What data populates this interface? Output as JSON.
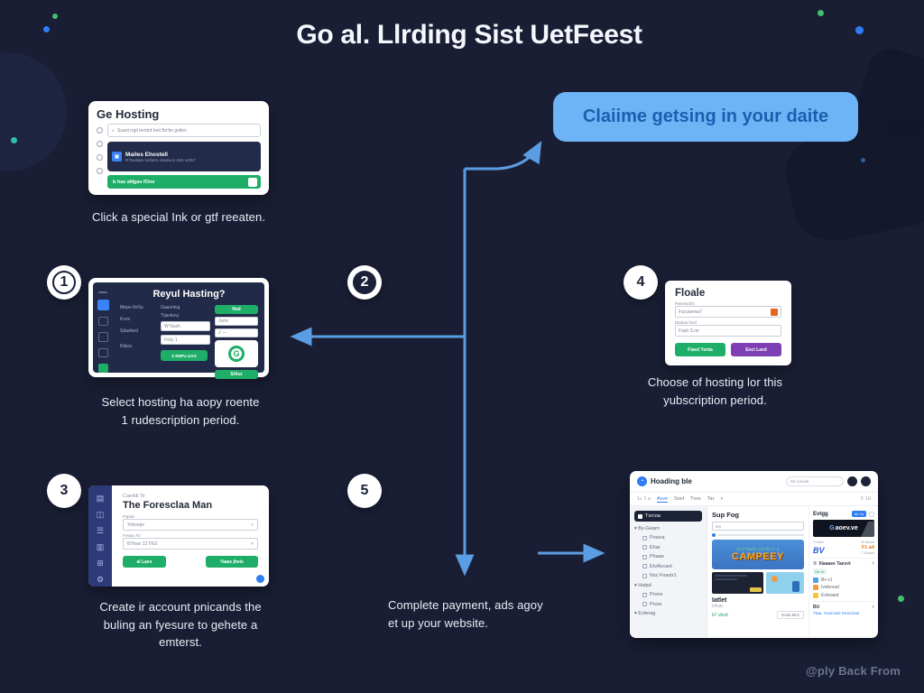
{
  "page": {
    "title": "Go al. Llrding Sist UetFeest",
    "watermark": "@ply Back From"
  },
  "colors": {
    "background": "#191e34",
    "accent_arrow_blue": "#5b9de2",
    "callout_bg": "#6db4f6",
    "callout_text": "#1a5fb0",
    "green": "#1fae68",
    "purple": "#7d3fb3",
    "sidebar_blue": "#2c3a78"
  },
  "icons": {
    "search": "⌕",
    "caret_down": "▾",
    "chevron_down": "˅",
    "menu": "≣",
    "check_square": "▣"
  },
  "callout": {
    "text": "Claiime getsing in your daite"
  },
  "steps": {
    "n1": "1",
    "n2": "2",
    "n3": "3",
    "n4": "4",
    "n5": "5"
  },
  "captions": {
    "intro": "Click a special Ink or gtf reeaten.",
    "step1": [
      "Select hosting ha aopy roente",
      "1   rudescription period."
    ],
    "step3": [
      "Create ir account pnicands the",
      "buling an fyesure to gehete a",
      "emterst."
    ],
    "step4": [
      "Choose of hosting lor this",
      "yubscription period."
    ],
    "step5": [
      "Complete payment, ads agoy",
      "et up your website."
    ]
  },
  "intro_card": {
    "title": "Ge Hosting",
    "search_text": "Suant rrgit bvrttrd bnic'lbr'bn gvlten",
    "banner_title": "Mailes Ehostell",
    "banner_sub": "R7tuvta6o tvshers onwevcs Juts vntls7",
    "cta": "b has aNgas fOne"
  },
  "step1_card": {
    "title": "Reyul Hasting?",
    "label_a1": "Mepv-0s'6u",
    "label_a2": "Kvov",
    "label_a3": "Sdavbed",
    "label_a4": "Kibea",
    "label_b1": "Gaavntvg",
    "label_b2": "Trjavkuvj",
    "input1": "W Nush",
    "input2": "Fvky 1",
    "btn_submit": "S EMPa UAG",
    "right_btn_top": "Nsd",
    "right_input1": "Jvrm",
    "right_input2": "J —",
    "logo_letter": "G",
    "right_btn_bottom": "S/Aur"
  },
  "step3_card": {
    "eyebrow": "Caeddl Te",
    "title": "The Foresclaa Man",
    "field1_label": "Fnpvd",
    "field1_value": "Yvbvopv",
    "field2_label": "Fvvav, AV",
    "field2_value": "B7fvav 12 f7b2",
    "btn1": "al Laes",
    "btn2": "%aas jheis"
  },
  "step4_card": {
    "title": "Floale",
    "field1_label": "Fwrvsvrd'6",
    "field1_value": "Facvavma7",
    "field2_label": "Dsdvar hvvf",
    "field2_value": "Fvph S.mr",
    "btn_green": "Fiaed Yenta",
    "btn_purple": "Eoci Lavd"
  },
  "browser": {
    "logo_text": "Hoading ble",
    "search_placeholder": "bb vvavab",
    "tiny_left": "1c 1 a",
    "page_meta": "F 1d",
    "tabs": [
      "Avve",
      "Sovt",
      "Tvss",
      "Tar"
    ],
    "sidebar": [
      "Tvrcoa",
      "By-Gearn",
      "Powca",
      "Ehar",
      "Phaae",
      "EtvAccant",
      "Nsc Foastr1",
      "Halpd",
      "Prons",
      "Prure",
      "Evterag"
    ],
    "main": {
      "heading": "Sup Fog",
      "input_value": "vrv",
      "banner_small": "2Y7YavG LvY'E77 y",
      "banner_big": "CAMPEEY",
      "outlet_heading": "Iatlet",
      "outlet_sub": "Ivfvar",
      "outlet_link": "b7 vbvd",
      "outlet_btn": "Evas MUr"
    },
    "right": {
      "heading": "Evtgg",
      "badge": "bb 7p",
      "dark_banner_g": "G",
      "dark_banner_rest": "aoev.ve",
      "stat1_label": "T/vade",
      "stat2_label": "W Maair",
      "stat1_value": "BV",
      "stat2_value": "F1 a9",
      "stat2_sub": "7 Bvavs",
      "section_title": "Xlaaaee Taevvt",
      "chip": "Gb' fe",
      "items": [
        "Bv v1",
        "Ivvbvvad",
        "Evbvaed"
      ],
      "footer_label": "BU",
      "footer_link": "7taa, %ad-ack trew.b/ae"
    }
  }
}
